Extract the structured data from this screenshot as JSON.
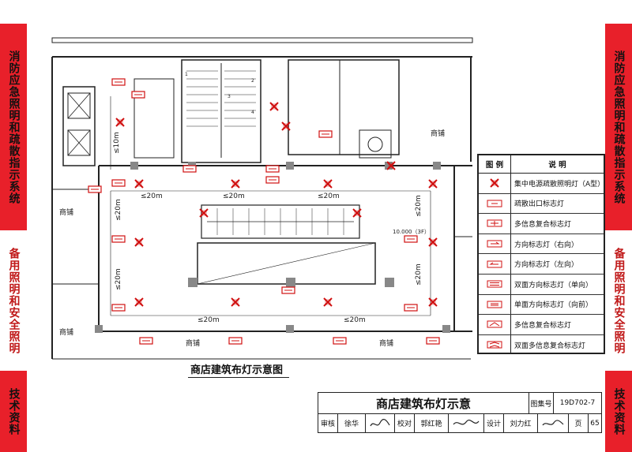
{
  "side_tabs": {
    "section_1": "消防应急照明和疏散指示系统",
    "section_2": "备用照明和安全照明",
    "section_3": "技术资料"
  },
  "plan": {
    "caption": "商店建筑布灯示意图",
    "shop_label": "商铺",
    "spacing_20": "≤20m",
    "spacing_10": "≤10m",
    "elevation": "10.000（3F）",
    "stair_numbers": [
      "1",
      "2",
      "3",
      "4"
    ]
  },
  "legend": {
    "col_symbol": "图 例",
    "col_desc": "说 明",
    "items": [
      {
        "icon": "emergency-light-icon",
        "label": "集中电源疏散照明灯（A型）"
      },
      {
        "icon": "exit-sign-icon",
        "label": "疏散出口标志灯"
      },
      {
        "icon": "multi-info-sign-icon",
        "label": "多信息复合标志灯"
      },
      {
        "icon": "arrow-right-sign-icon",
        "label": "方向标志灯（右向）"
      },
      {
        "icon": "arrow-left-sign-icon",
        "label": "方向标志灯（左向）"
      },
      {
        "icon": "double-direction-sign-icon",
        "label": "双面方向标志灯（单向）"
      },
      {
        "icon": "single-face-sign-icon",
        "label": "单面方向标志灯（向前）"
      },
      {
        "icon": "multi-info-sign-2-icon",
        "label": "多信息复合标志灯"
      },
      {
        "icon": "double-multi-info-sign-icon",
        "label": "双面多信息复合标志灯"
      }
    ]
  },
  "title_block": {
    "title": "商店建筑布灯示意",
    "atlas_label": "图集号",
    "atlas_no": "19D702-7",
    "review_label": "审核",
    "reviewer": "徐华",
    "check_label": "校对",
    "checker": "郭红艳",
    "design_label": "设计",
    "designer": "刘力红",
    "page_label": "页",
    "page_no": "65"
  },
  "colors": {
    "accent_red": "#e8202a",
    "symbol_red": "#d01010",
    "line": "#222222"
  }
}
